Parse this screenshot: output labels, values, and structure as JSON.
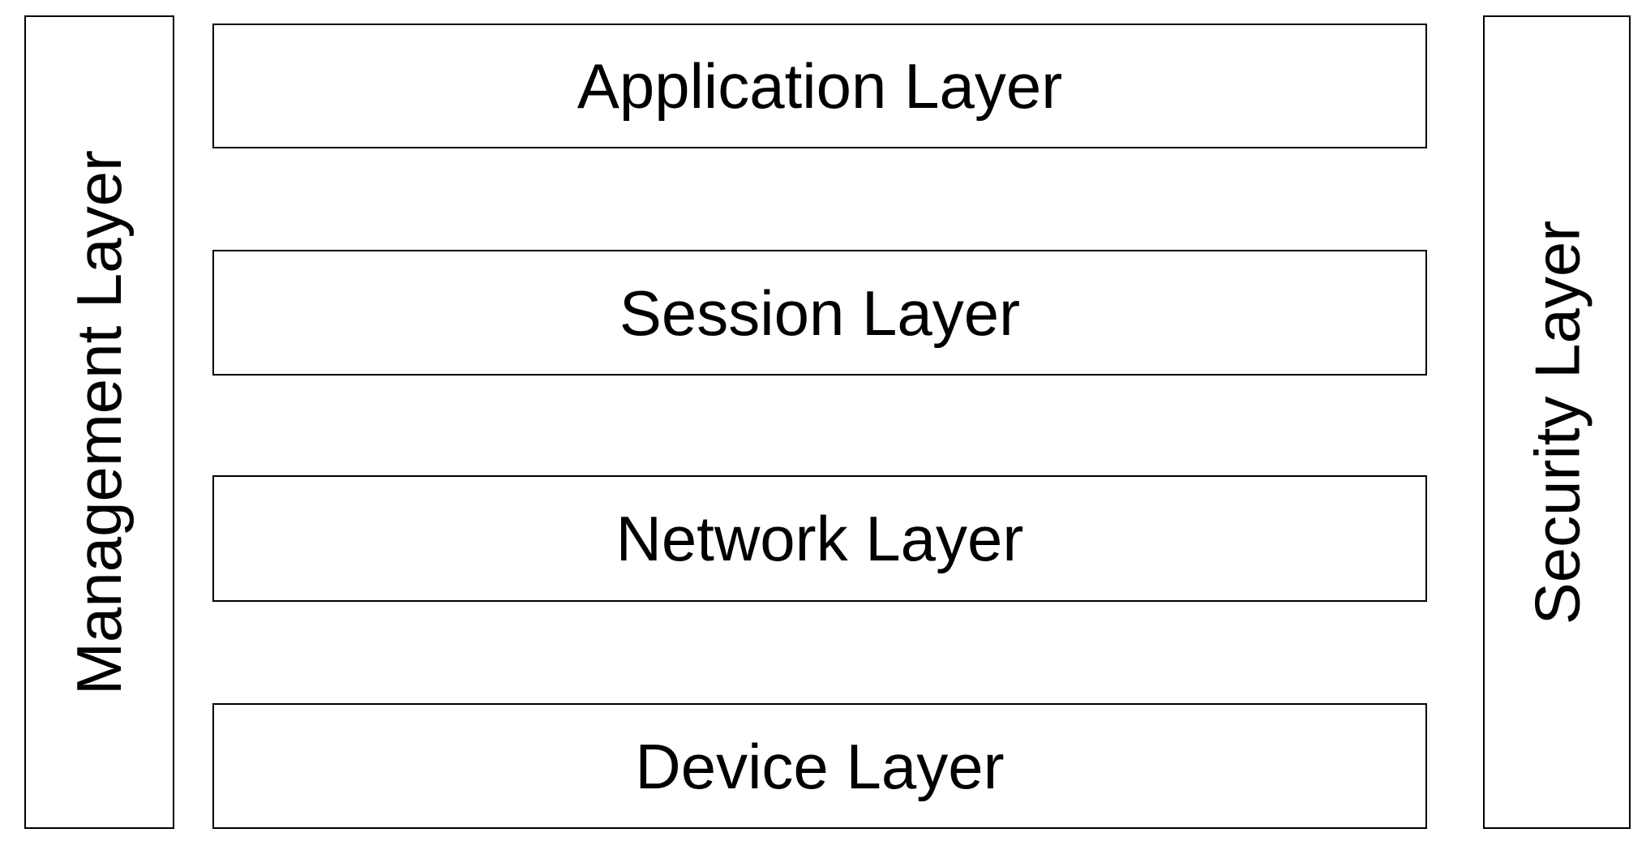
{
  "diagram": {
    "side_layers": {
      "left": {
        "label": "Management Layer"
      },
      "right": {
        "label": "Security Layer"
      }
    },
    "stack_layers": [
      {
        "label": "Application Layer"
      },
      {
        "label": "Session Layer"
      },
      {
        "label": "Network Layer"
      },
      {
        "label": "Device Layer"
      }
    ],
    "colors": {
      "background": "#ffffff",
      "border": "#000000",
      "text": "#000000"
    }
  }
}
